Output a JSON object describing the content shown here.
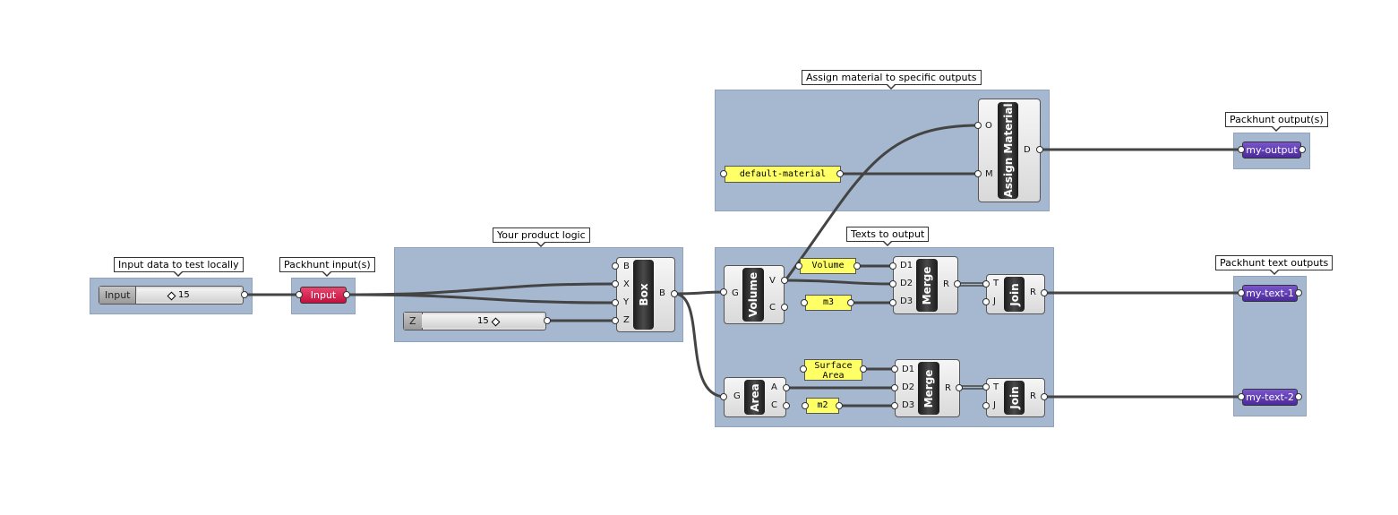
{
  "groups": {
    "input_data": {
      "label": "Input data to test locally"
    },
    "packhunt_input": {
      "label": "Packhunt input(s)"
    },
    "product_logic": {
      "label": "Your product logic"
    },
    "assign_material": {
      "label": "Assign material to specific outputs"
    },
    "texts_to_output": {
      "label": "Texts to output"
    },
    "packhunt_outputs": {
      "label": "Packhunt output(s)"
    },
    "packhunt_text_outputs": {
      "label": "Packhunt text outputs"
    }
  },
  "slider_input": {
    "label": "Input",
    "value": "15"
  },
  "slider_z": {
    "label": "Z",
    "value": "15"
  },
  "input_param": {
    "label": "Input",
    "color": "#d81f52"
  },
  "box": {
    "name": "Box",
    "inputs": [
      "B",
      "X",
      "Y",
      "Z"
    ],
    "outputs": [
      "B"
    ]
  },
  "assign_material": {
    "name": "Assign Material",
    "inputs": [
      "O",
      "M"
    ],
    "outputs": [
      "D"
    ]
  },
  "material_panel": {
    "text": "default-material"
  },
  "output_param": {
    "label": "my-output",
    "color": "#5b35b0"
  },
  "volume": {
    "name": "Volume",
    "inputs": [
      "G"
    ],
    "outputs": [
      "V",
      "C"
    ]
  },
  "volume_panel": {
    "text": "Volume"
  },
  "m3_panel": {
    "text": "m3"
  },
  "merge1": {
    "name": "Merge",
    "inputs": [
      "D1",
      "D2",
      "D3"
    ],
    "outputs": [
      "R"
    ]
  },
  "join1": {
    "name": "Join",
    "inputs": [
      "T",
      "J"
    ],
    "outputs": [
      "R"
    ]
  },
  "area": {
    "name": "Area",
    "inputs": [
      "G"
    ],
    "outputs": [
      "A",
      "C"
    ]
  },
  "area_panel": {
    "line1": "Surface",
    "line2": "Area"
  },
  "m2_panel": {
    "text": "m2"
  },
  "merge2": {
    "name": "Merge",
    "inputs": [
      "D1",
      "D2",
      "D3"
    ],
    "outputs": [
      "R"
    ]
  },
  "join2": {
    "name": "Join",
    "inputs": [
      "T",
      "J"
    ],
    "outputs": [
      "R"
    ]
  },
  "text1_param": {
    "label": "my-text-1",
    "color": "#5b35b0"
  },
  "text2_param": {
    "label": "my-text-2",
    "color": "#5b35b0"
  },
  "colors": {
    "group_fill": "#a5b8cf",
    "wire": "#444444",
    "panel": "#ffff66",
    "input_param": "#d81f52",
    "output_param": "#5b35b0"
  }
}
